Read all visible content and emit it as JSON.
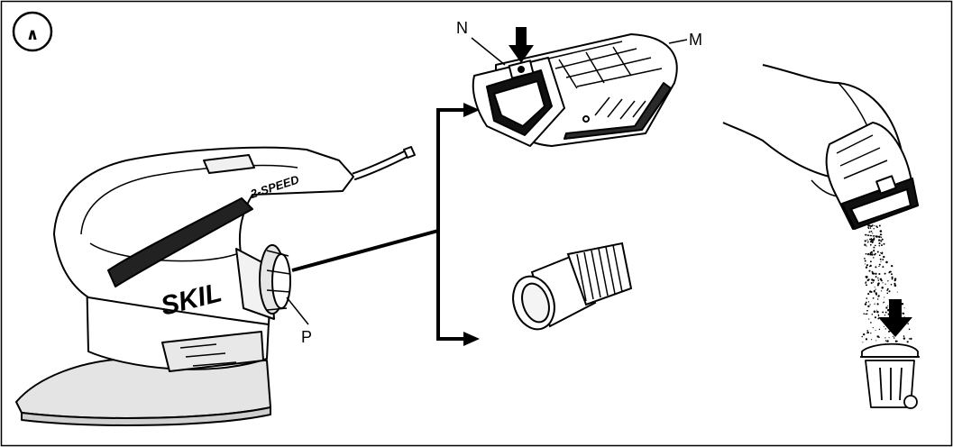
{
  "figure": {
    "badge_symbol": "∧",
    "callouts": {
      "n": "N",
      "m": "M",
      "p": "P"
    },
    "product_text": {
      "brand": "SKIL",
      "model": "2-SPEED"
    }
  },
  "colors": {
    "ink": "#000000",
    "paper": "#ffffff",
    "shade": "#d8d8d8"
  },
  "icons": [
    "hand-icon",
    "waste-bin-icon",
    "down-arrow-icon"
  ]
}
